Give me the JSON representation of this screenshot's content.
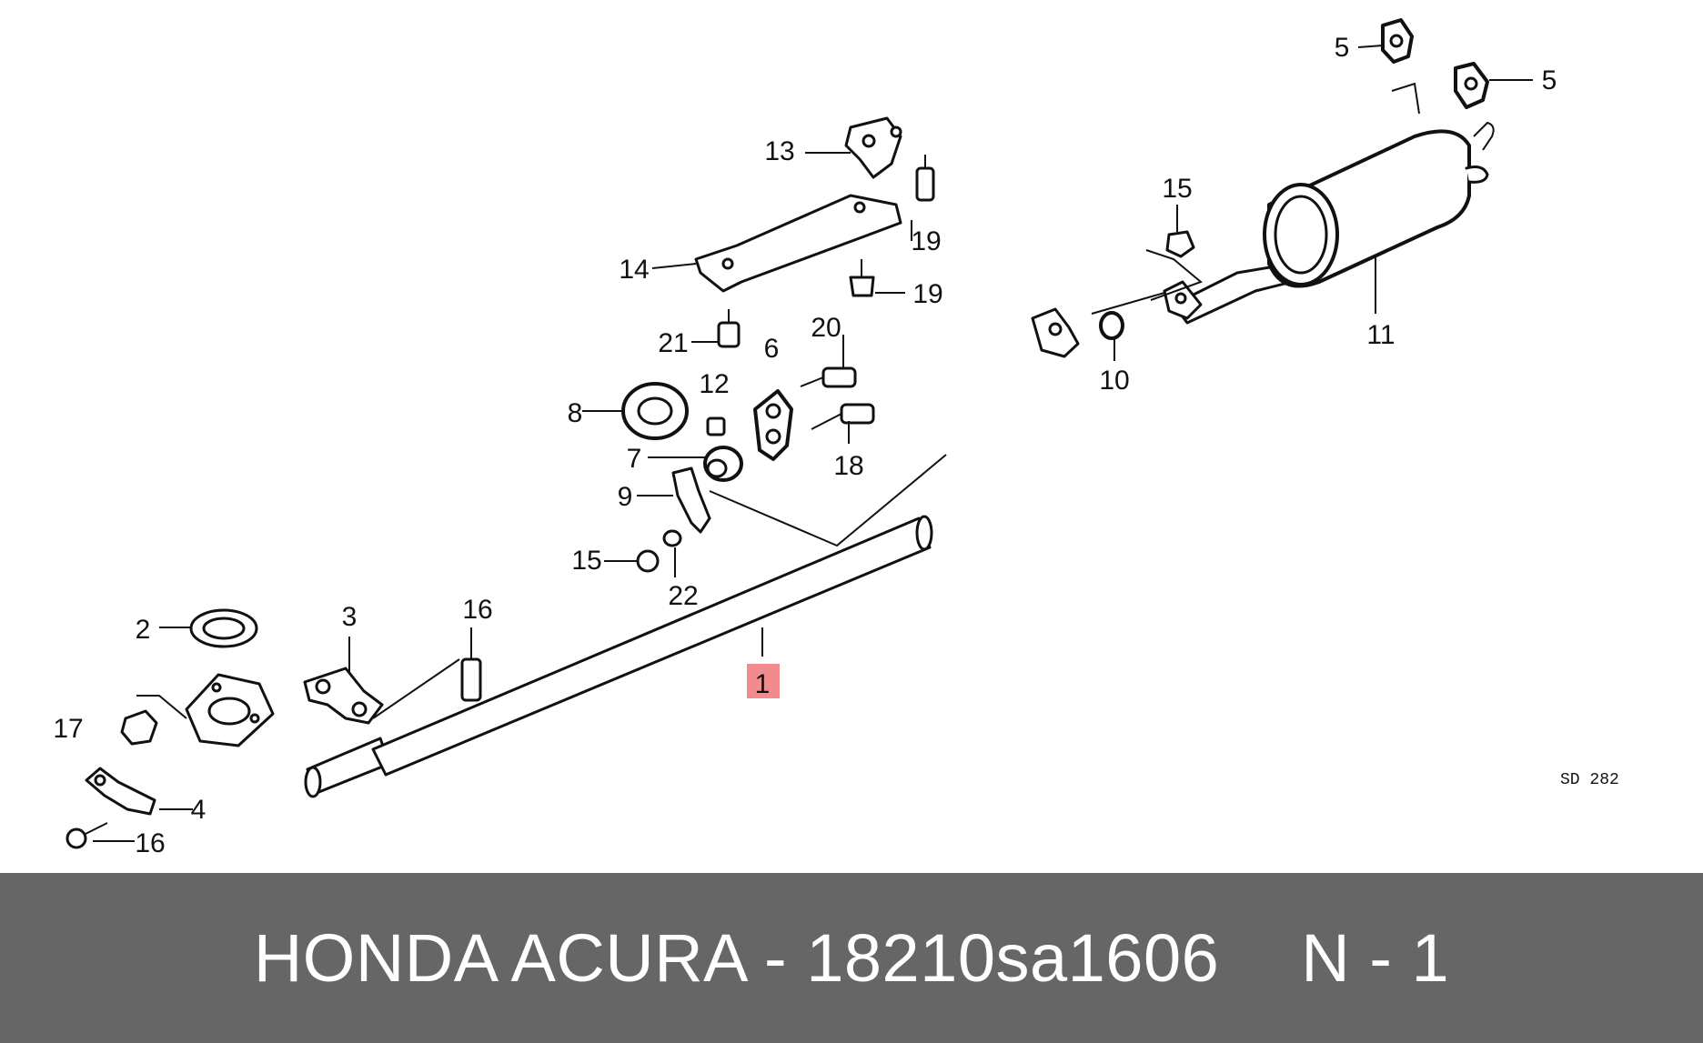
{
  "callouts": {
    "c1": "1",
    "c2": "2",
    "c3": "3",
    "c4": "4",
    "c5a": "5",
    "c5b": "5",
    "c6": "6",
    "c7": "7",
    "c8": "8",
    "c9": "9",
    "c10": "10",
    "c11": "11",
    "c12": "12",
    "c13": "13",
    "c14": "14",
    "c15a": "15",
    "c15b": "15",
    "c16a": "16",
    "c16b": "16",
    "c17": "17",
    "c18": "18",
    "c19a": "19",
    "c19b": "19",
    "c20": "20",
    "c21": "21",
    "c22": "22"
  },
  "diagram_code": "SD 282",
  "highlight_color": "#f28b8b",
  "caption": {
    "brand": "HONDA ACURA - 18210sa1606",
    "note": "N - 1"
  }
}
